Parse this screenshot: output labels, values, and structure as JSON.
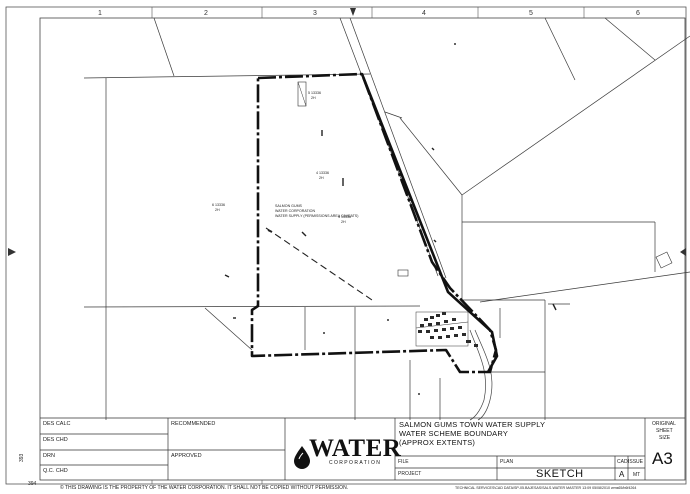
{
  "grid_columns": [
    "1",
    "2",
    "3",
    "4",
    "5",
    "6"
  ],
  "map_labels": [
    "5 13336",
    "2H",
    "4 13336",
    "2H",
    "6 13336",
    "2H",
    "SALMON GUMS",
    "WATER CORPORATION",
    "WATER SUPPLY (PERMISSIONS AREA CAVEATS)",
    "4 13336",
    "2H"
  ],
  "title_block": {
    "des_calc": "DES CALC",
    "des_chd": "DES CHD",
    "drn": "DRN",
    "qc_chd": "Q.C. CHD",
    "recommended": "RECOMMENDED",
    "approved": "APPROVED",
    "title_line1": "SALMON GUMS TOWN WATER SUPPLY",
    "title_line2": "WATER SCHEME BOUNDARY",
    "title_line3": "(APPROX EXTENTS)",
    "file_label": "FILE",
    "plan_label": "PLAN",
    "project_label": "PROJECT",
    "sketch": "SKETCH",
    "cad_label": "CAD",
    "issue_label": "ISSUE",
    "issue_value": "A",
    "mt": "MT",
    "original_line1": "ORIGINAL",
    "original_line2": "SHEET",
    "original_line3": "SIZE",
    "sheet_size": "A3",
    "logo_word": "WATER",
    "logo_sub": "CORPORATION",
    "side_code": "393",
    "drawing_number": "394"
  },
  "footer": {
    "copyright": "©  THIS DRAWING IS THE PROPERTY OF THE WATER CORPORATION. IT SHALL NOT BE COPIED WITHOUT PERMISSION.",
    "path_text": "TECHNICAL SERVICES\\CAD DATA\\SP-05.BAJESAS\\SALS-WATER MASTER   13:09 05/08/2010   wms65/b6f4264"
  },
  "colors": {
    "line": "#3a3a3a",
    "boundary": "#111111",
    "paper": "#ffffff"
  }
}
